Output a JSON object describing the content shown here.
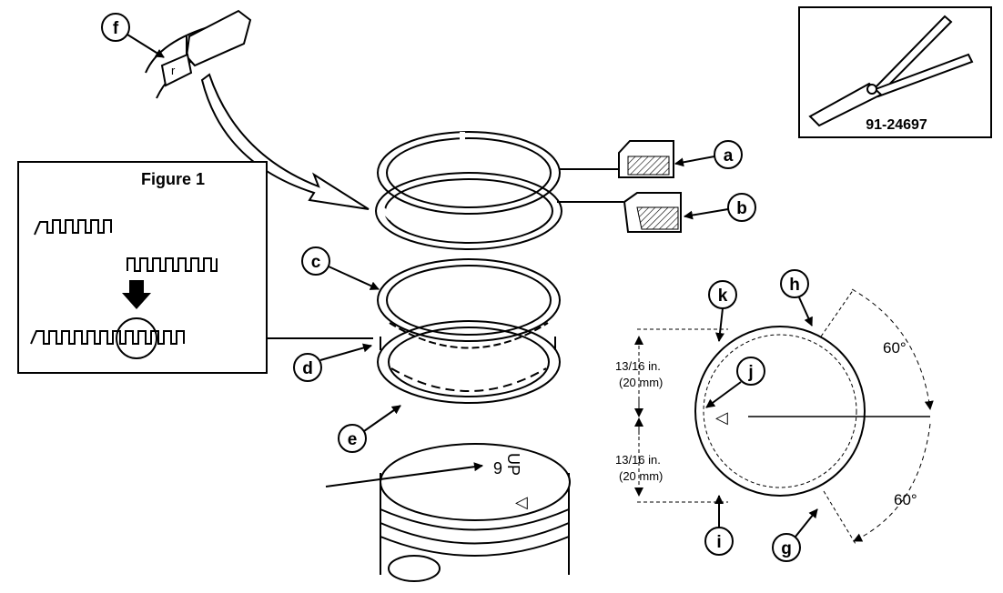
{
  "callouts": {
    "a": "a",
    "b": "b",
    "c": "c",
    "d": "d",
    "e": "e",
    "f": "f",
    "g": "g",
    "h": "h",
    "i": "i",
    "j": "j",
    "k": "k"
  },
  "figure1": {
    "title": "Figure 1"
  },
  "tool": {
    "part_number": "91-24697"
  },
  "gap_diagram": {
    "dim_upper_line1": "13/16 in.",
    "dim_upper_line2": "(20 mm)",
    "dim_lower_line1": "13/16 in.",
    "dim_lower_line2": "(20 mm)",
    "angle_top": "60°",
    "angle_bottom": "60°"
  },
  "piston": {
    "mark_up": "UP",
    "mark_num": "6",
    "mark_arrow": "◁"
  }
}
